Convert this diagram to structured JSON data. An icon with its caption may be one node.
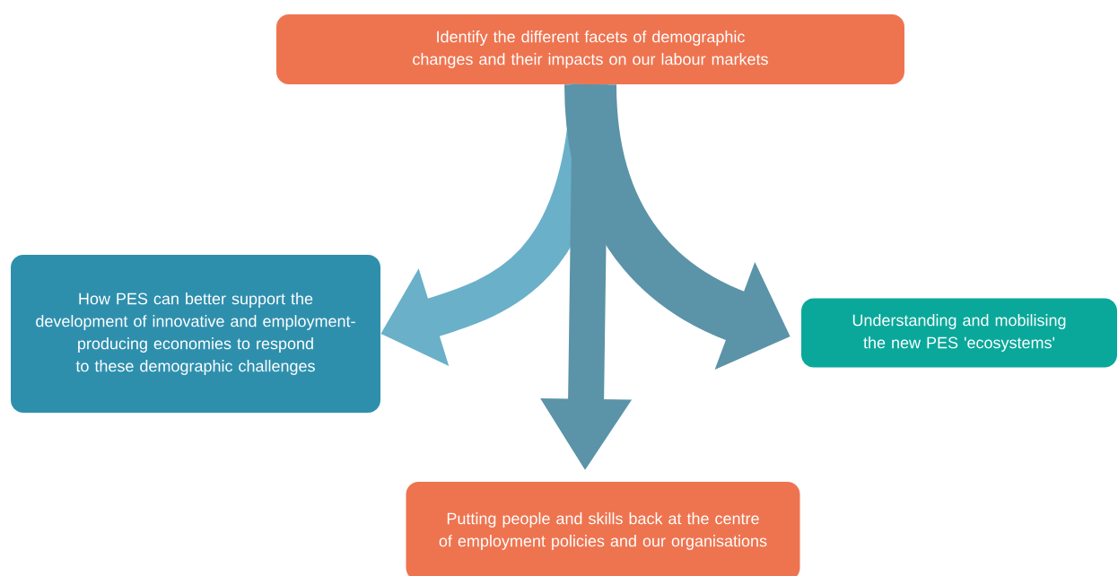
{
  "diagram": {
    "nodes": [
      {
        "text": [
          "Identify the different facets of demographic changes and their impacts on our labour markets"
        ]
      },
      {
        "text": [
          "How PES can better support the development of innovative and employment-producing economies to respond to these demographic challenges"
        ]
      },
      {
        "text": [
          "Understanding and mobilising the new PES 'ecosystems'"
        ]
      },
      {
        "text": [
          "Putting people and skills back at the centre of employment policies and our organisations"
        ]
      }
    ],
    "edges": [
      {
        "from": 0,
        "to": 1,
        "arrow": "to",
        "color": "#6ab0c9"
      },
      {
        "from": 0,
        "to": 3,
        "arrow": "to"
      },
      {
        "from": 0,
        "to": 2,
        "arrow": "to"
      }
    ]
  }
}
